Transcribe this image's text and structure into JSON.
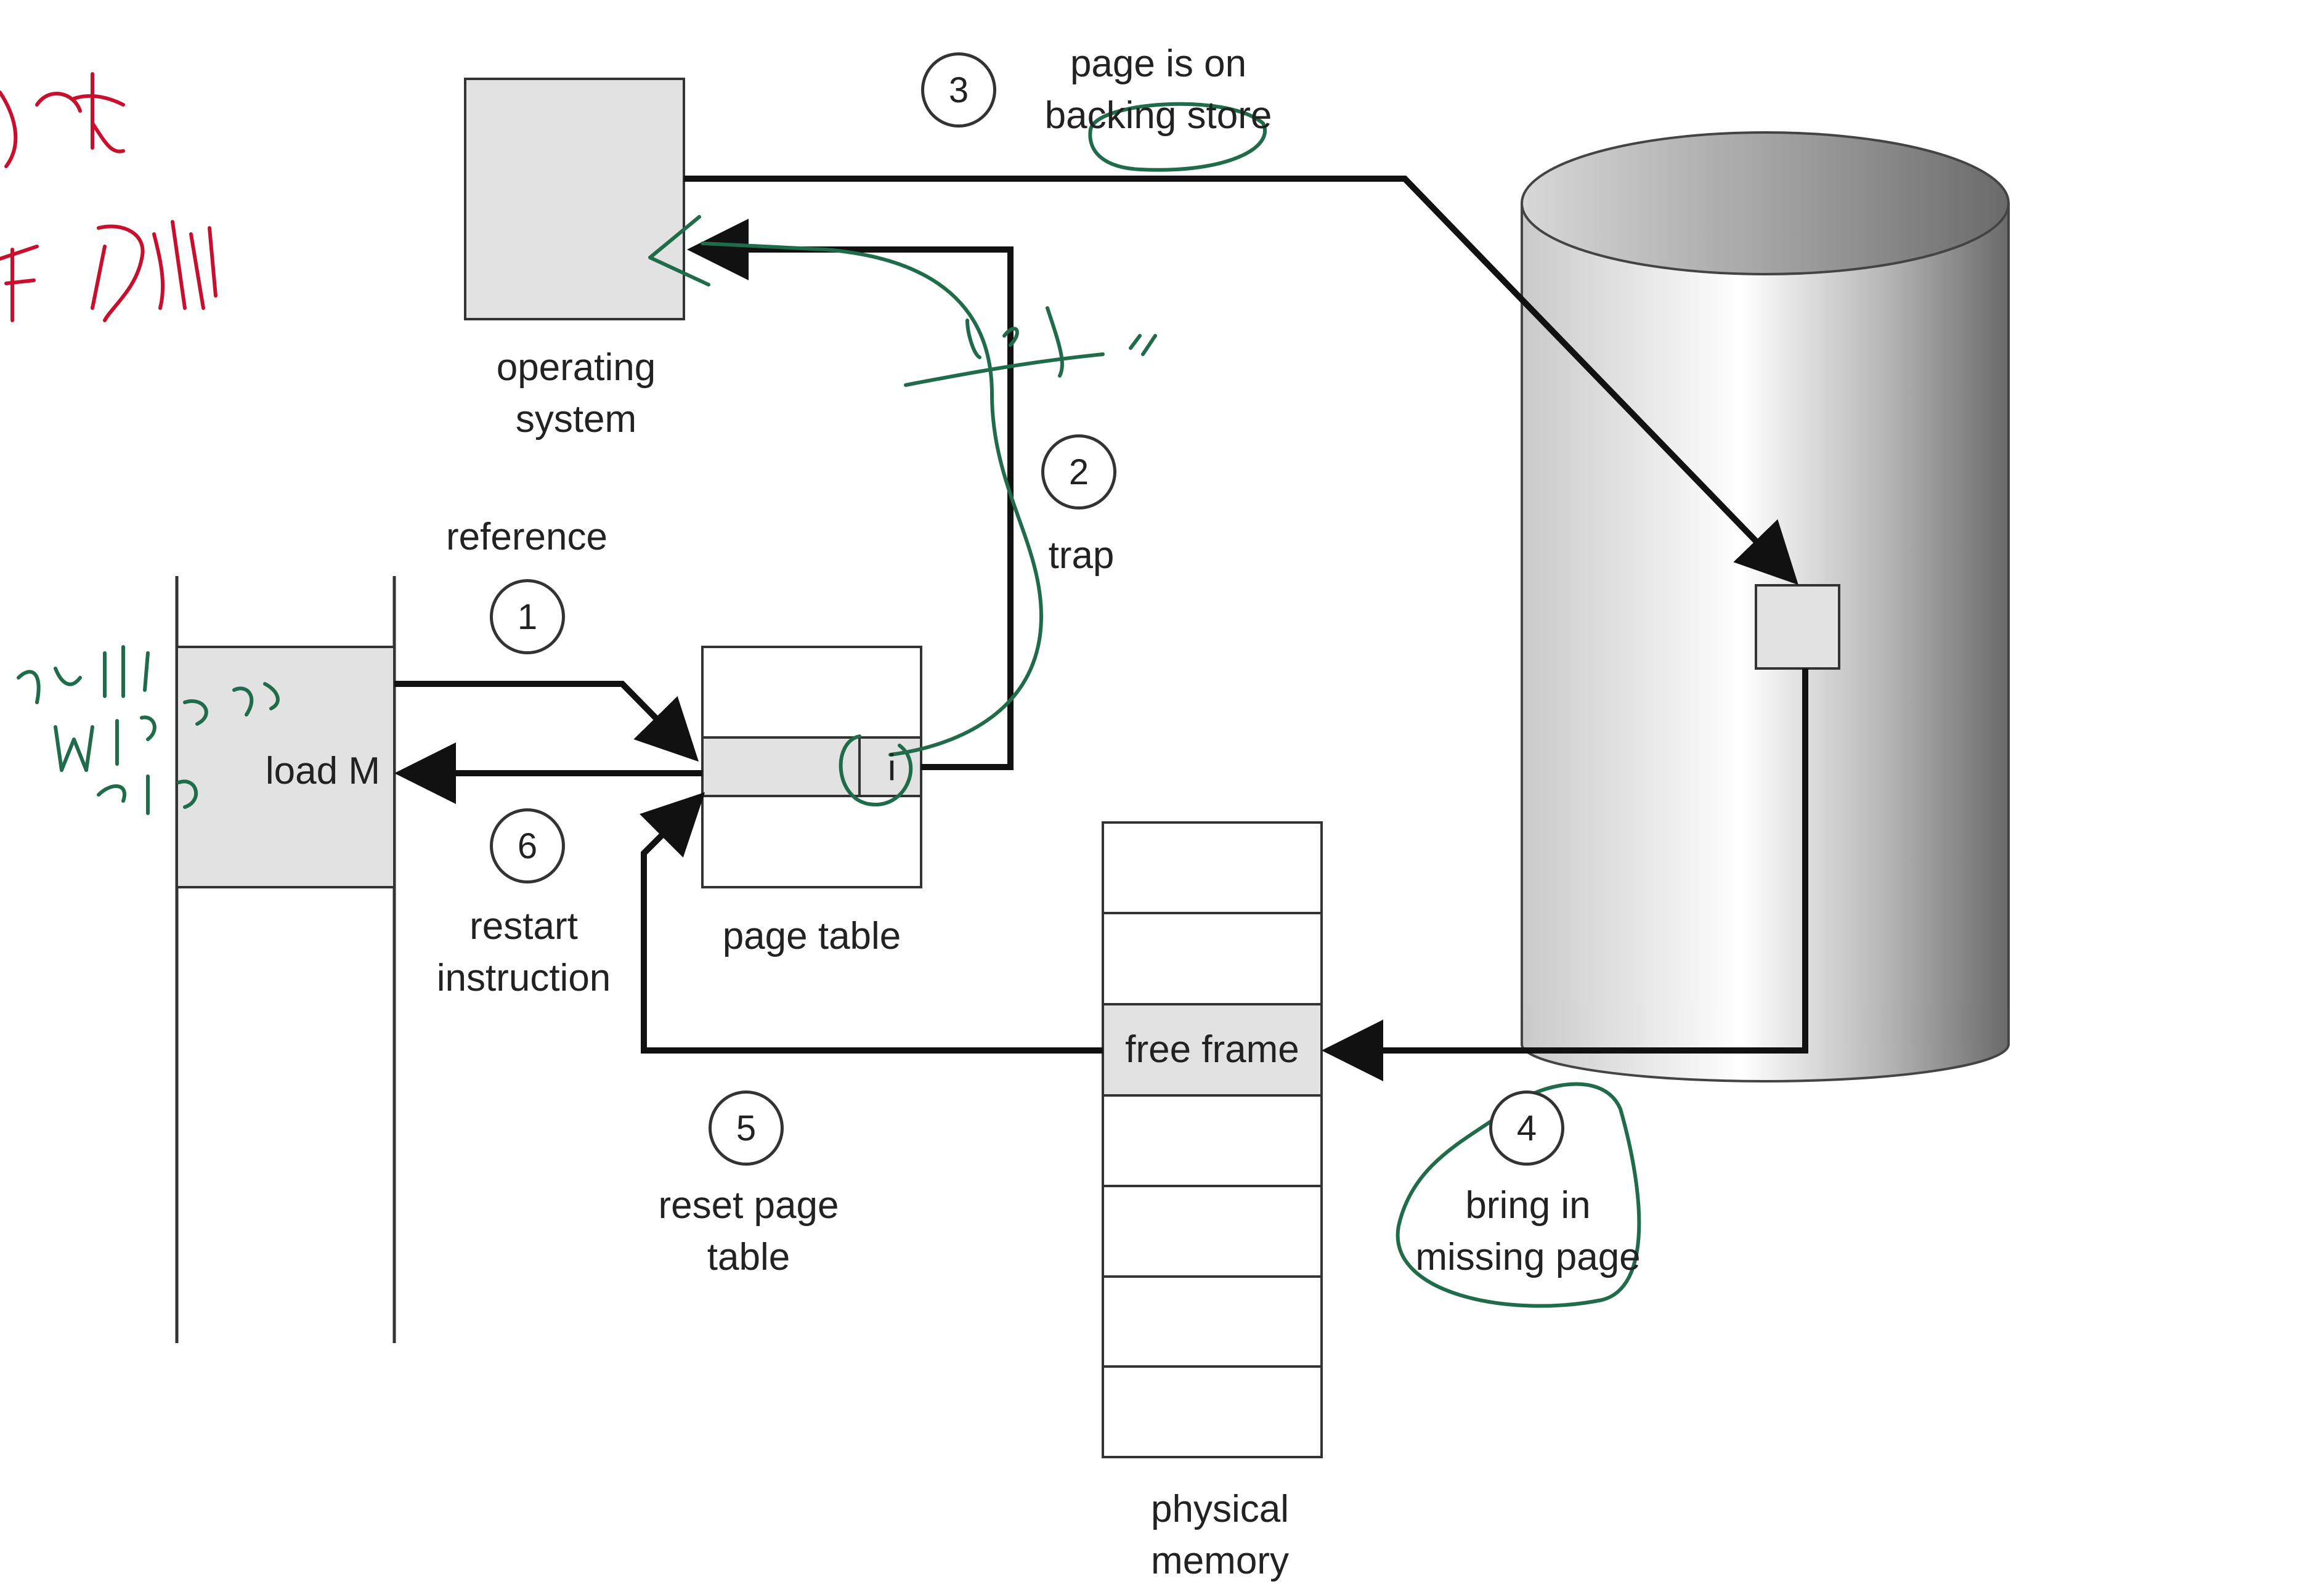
{
  "diagram": {
    "steps": [
      {
        "number": "1",
        "label": "reference"
      },
      {
        "number": "2",
        "label": "trap"
      },
      {
        "number": "3",
        "label": "page is on backing store",
        "label_lines": [
          "page is on",
          "backing store"
        ]
      },
      {
        "number": "4",
        "label": "bring in missing page",
        "label_lines": [
          "bring in",
          "missing page"
        ]
      },
      {
        "number": "5",
        "label": "reset page table",
        "label_lines": [
          "reset page",
          "table"
        ]
      },
      {
        "number": "6",
        "label": "restart instruction",
        "label_lines": [
          "restart",
          "instruction"
        ]
      }
    ],
    "boxes": {
      "operating_system": {
        "label_lines": [
          "operating",
          "system"
        ]
      },
      "process_instruction": {
        "text": "load M"
      },
      "page_table": {
        "label": "page table",
        "entry_bit": "i"
      },
      "physical_memory": {
        "label_lines": [
          "physical",
          "memory"
        ],
        "free_frame": "free frame"
      }
    },
    "colors": {
      "line": "#111111",
      "box_fill": "#e2e2e2",
      "annotation_green": "#1f6b4a",
      "annotation_red": "#c8102e"
    }
  }
}
